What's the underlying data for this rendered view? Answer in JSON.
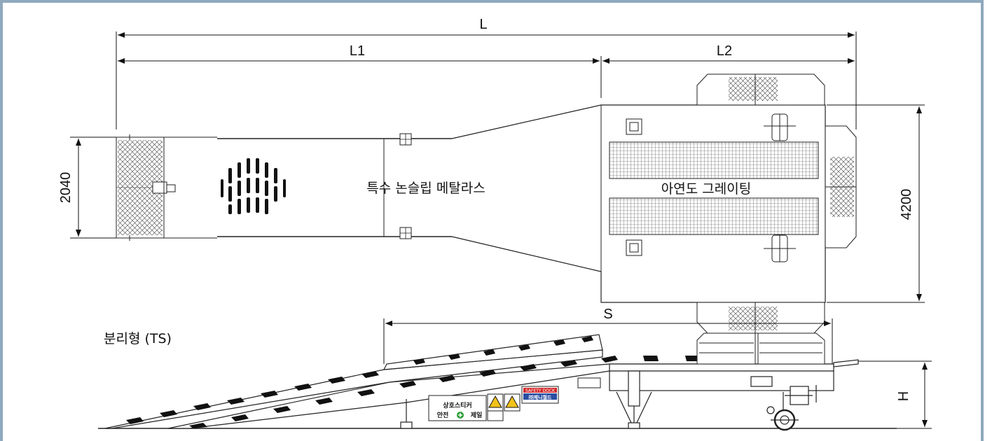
{
  "dimensions": {
    "total_length": "L",
    "length_1": "L1",
    "length_2": "L2",
    "ramp_width": "2040",
    "platform_width": "4200",
    "side_length": "S",
    "height": "H"
  },
  "labels": {
    "ramp_surface": "특수 논슬립 메탈라스",
    "platform_surface": "아연도 그레이팅",
    "model_type": "분리형 (TS)"
  },
  "stickers": {
    "safety_line1": "상호스티커",
    "safety_line2": "안전",
    "safety_line3": "제일",
    "brand": "㈜제니월드",
    "brand_top": "SAFETY DOCK"
  },
  "colors": {
    "frame_border": "#8fa8bc",
    "line": "#222222",
    "stripe": "#111111",
    "safety_green": "#2e9e3a",
    "warning_yellow": "#f2c21b",
    "brand_red": "#d42a2a",
    "brand_blue": "#2a4fa3"
  }
}
